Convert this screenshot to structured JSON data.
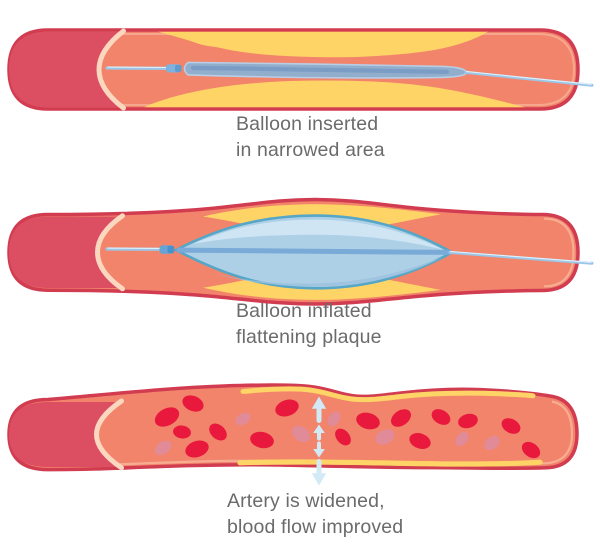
{
  "panels": [
    {
      "id": "balloon-inserted",
      "caption_line1": "Balloon inserted",
      "caption_line2": "in narrowed area"
    },
    {
      "id": "balloon-inflated",
      "caption_line1": "Balloon inflated",
      "caption_line2": "flattening plaque"
    },
    {
      "id": "artery-widened",
      "caption_line1": "Artery is widened,",
      "caption_line2": "blood flow improved"
    }
  ],
  "colors": {
    "background": "#ffffff",
    "artery_wall_outline": "#d23c50",
    "artery_exterior": "#dc4e62",
    "artery_lumen": "#f2846b",
    "artery_cut_edge": "#fbd7bf",
    "artery_inner_lining": "#f8b89c",
    "plaque": "#ffd466",
    "catheter_wire": "#9cc6e8",
    "catheter_wire_highlight": "#e2f2fb",
    "balloon_deflated": "#92aecd",
    "balloon_inflated": "#aed0e7",
    "balloon_outline": "#55a6c7",
    "balloon_highlight": "#cfe5f3",
    "red_blood_cell": "#e8193c",
    "red_blood_cell_light": "#e18b99",
    "flow_arrows": "#d2e9f6",
    "caption_text": "#6b6b6b"
  }
}
